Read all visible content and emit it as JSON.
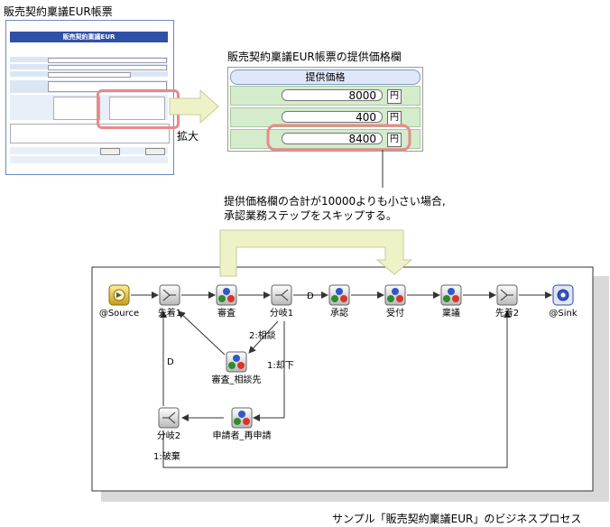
{
  "form_title": "販売契約稟議EUR帳票",
  "form_inner_title": "販売契約稟議EUR",
  "zoom_title": "販売契約稟議EUR帳票の提供価格欄",
  "zoom_header": "提供価格",
  "zoom_rows": [
    {
      "value": "8000",
      "unit": "円"
    },
    {
      "value": "400",
      "unit": "円"
    },
    {
      "value": "8400",
      "unit": "円"
    }
  ],
  "expand_label": "拡大",
  "note_line1": "提供価格欄の合計が10000よりも小さい場合,",
  "note_line2": "承認業務ステップをスキップする。",
  "caption": "サンプル「販売契約稟議EUR」のビジネスプロセス",
  "nodes": {
    "source": "@Source",
    "sakichaku1": "先着1",
    "shinsa": "審査",
    "bunki1": "分岐1",
    "shonin": "承認",
    "uketsuke": "受付",
    "ringi": "稟議",
    "sakichaku2": "先着2",
    "sink": "@Sink",
    "shinsa_soudan": "審査_相談先",
    "bunki2": "分岐2",
    "shinseisha": "申請者_再申請"
  },
  "edges": {
    "d_to_shonin": "D",
    "soudan": "2:相談",
    "kyakka": "1:却下",
    "d_back": "D",
    "haiki": "1:破棄"
  },
  "colors": {
    "highlight": "#e88a8a",
    "arrow": "#eef2c6",
    "diagram_bg": "#ffffff",
    "shadow": "#d9d9d9"
  }
}
